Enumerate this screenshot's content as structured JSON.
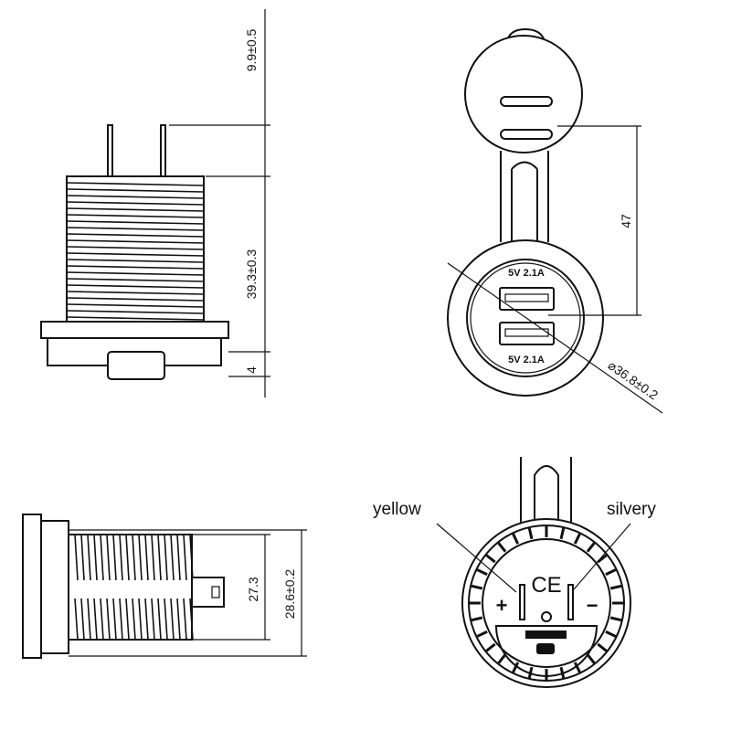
{
  "side_view_top": {
    "dims": {
      "pin_height": "9.9±0.5",
      "body_height": "39.3±0.3",
      "flange_thickness": "4"
    }
  },
  "front_view": {
    "port_labels": [
      "5V 2.1A",
      "5V 2.1A"
    ],
    "dims": {
      "cap_length": "47",
      "diameter": "⌀36.8±0.2"
    }
  },
  "side_view_bottom": {
    "dims": {
      "thread_diameter": "27.3",
      "nut_diameter": "28.6±0.2"
    }
  },
  "rear_view": {
    "wire_labels": {
      "left": "yellow",
      "right": "silvery"
    },
    "polarity": {
      "positive": "+",
      "negative": "−"
    },
    "mark": "CE"
  }
}
